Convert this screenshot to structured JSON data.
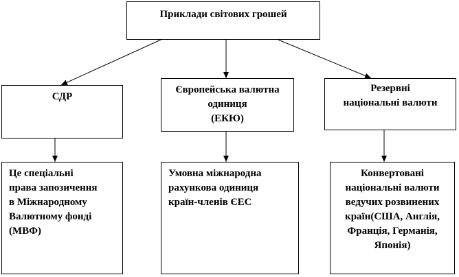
{
  "root": {
    "title": "Приклади світових грошей"
  },
  "categories": [
    {
      "lines": [
        "СДР"
      ]
    },
    {
      "lines": [
        "Європейська валютна",
        "одиниця",
        "(ЕКЮ)"
      ]
    },
    {
      "lines": [
        "Резервні",
        "національні валюти"
      ]
    }
  ],
  "descriptions": [
    {
      "lines": [
        "Це спеціальні",
        "права запозичення",
        "в Міжнародному",
        "Валютному фонді",
        "(МВФ)"
      ]
    },
    {
      "lines": [
        "Умовна міжнародна",
        "рахункова одиниця",
        "країн-членів ЄЕС"
      ]
    },
    {
      "lines": [
        "Конвертовані",
        "національні валюти",
        "ведучих розвинених",
        "країн(США, Англія,",
        "Франція, Германія,",
        "Японія)"
      ]
    }
  ]
}
